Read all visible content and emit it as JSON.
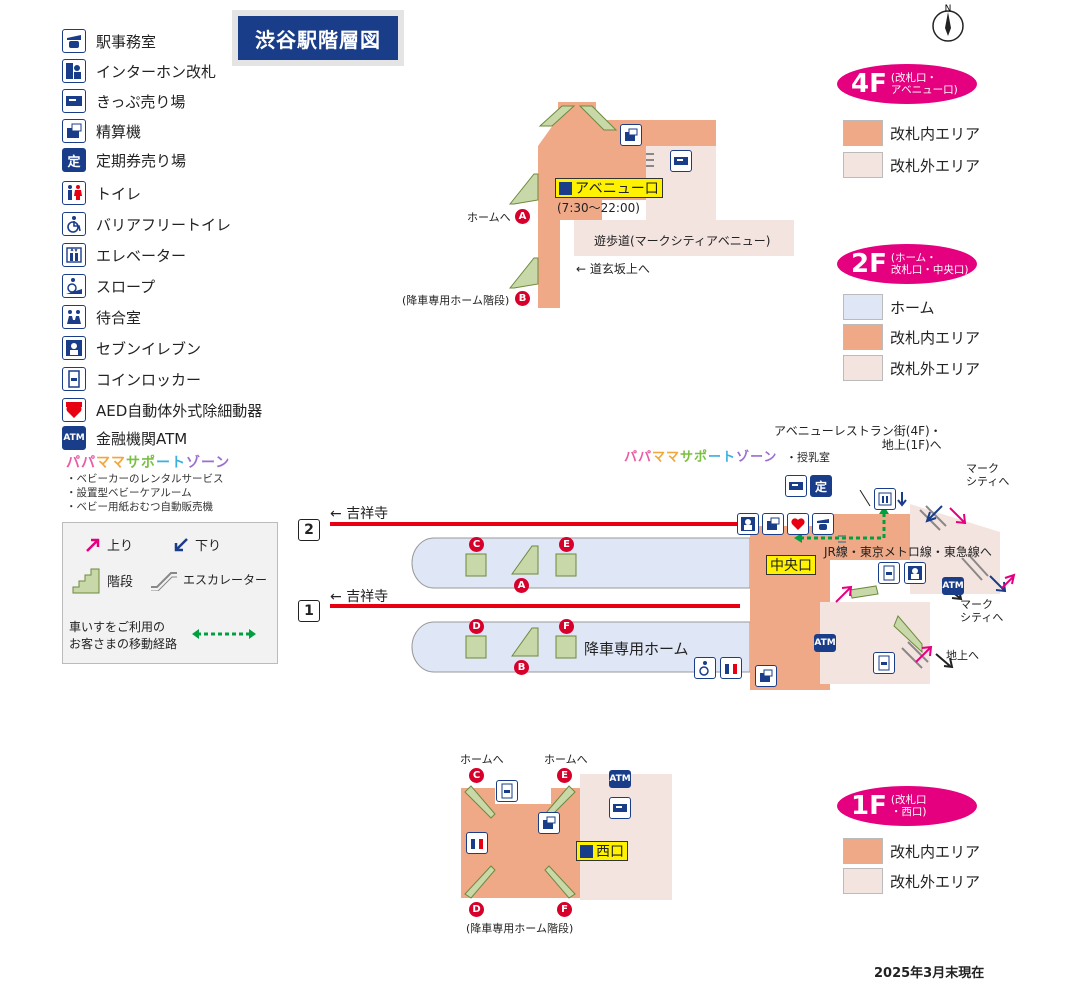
{
  "title": "渋谷駅階層図",
  "legend": [
    {
      "label": "駅事務室",
      "icon": "station-office-icon"
    },
    {
      "label": "インターホン改札",
      "icon": "intercom-gate-icon"
    },
    {
      "label": "きっぷ売り場",
      "icon": "ticket-icon"
    },
    {
      "label": "精算機",
      "icon": "fare-adjust-icon"
    },
    {
      "label": "定期券売り場",
      "icon": "commuter-pass-icon",
      "glyph": "定"
    },
    {
      "label": "トイレ",
      "icon": "toilet-icon"
    },
    {
      "label": "バリアフリートイレ",
      "icon": "accessible-toilet-icon"
    },
    {
      "label": "エレベーター",
      "icon": "elevator-icon"
    },
    {
      "label": "スロープ",
      "icon": "slope-icon"
    },
    {
      "label": "待合室",
      "icon": "waiting-room-icon"
    },
    {
      "label": "セブンイレブン",
      "icon": "seven-eleven-icon"
    },
    {
      "label": "コインロッカー",
      "icon": "coin-locker-icon"
    },
    {
      "label": "AED自動体外式除細動器",
      "icon": "aed-icon"
    },
    {
      "label": "金融機関ATM",
      "icon": "atm-icon",
      "glyph": "ATM"
    }
  ],
  "papamama": {
    "chars": [
      "パパ",
      "ママ",
      "サポ",
      "ート",
      "ゾーン"
    ],
    "items": [
      "・ベビーカーのレンタルサービス",
      "・設置型ベビーケアルーム",
      "・ベビー用紙おむつ自動販売機"
    ]
  },
  "key": {
    "up": "上り",
    "down": "下り",
    "stairs": "階段",
    "escalator": "エスカレーター",
    "wheelchair_route": "車いすをご利用の\nお客さまの移動経路"
  },
  "floors": {
    "f4": {
      "floor": "4F",
      "sub": "(改札口・\nアベニュー口)",
      "swatches": [
        {
          "label": "改札内エリア",
          "color": "#f0a987"
        },
        {
          "label": "改札外エリア",
          "color": "#f4e4e0"
        }
      ]
    },
    "f2": {
      "floor": "2F",
      "sub": "(ホーム・\n改札口・中央口)",
      "swatches": [
        {
          "label": "ホーム",
          "color": "#dfe6f5"
        },
        {
          "label": "改札内エリア",
          "color": "#f0a987"
        },
        {
          "label": "改札外エリア",
          "color": "#f4e4e0"
        }
      ]
    },
    "f1": {
      "floor": "1F",
      "sub": "(改札口\n・西口)",
      "swatches": [
        {
          "label": "改札内エリア",
          "color": "#f0a987"
        },
        {
          "label": "改札外エリア",
          "color": "#f4e4e0"
        }
      ]
    }
  },
  "map4f": {
    "gate": "アベニュー口",
    "hours": "(7:30〜22:00)",
    "walkway": "遊歩道(マークシティアベニュー)",
    "dogenzaka": "道玄坂上へ",
    "to_home": "ホームへ",
    "kousha": "(降車専用ホーム階段)",
    "mark_a": "A",
    "mark_b": "B"
  },
  "map2f": {
    "track2": "2",
    "track1": "1",
    "kichijoji": "吉祥寺",
    "kichijoji2": "吉祥寺",
    "avenue_rest": "アベニューレストラン街(4F)・\n地上(1F)へ",
    "papamama_tail": "・授乳室",
    "central_gate": "中央口",
    "jr_lines": "JR線・東京メトロ線・東急線へ",
    "mark_city1": "マーク\nシティへ",
    "mark_city2": "マーク\nシティへ",
    "chijou": "地上へ",
    "kousha_home": "降車専用ホーム",
    "marks": [
      "C",
      "E",
      "A",
      "D",
      "F",
      "B"
    ]
  },
  "map1f": {
    "to_home1": "ホームへ",
    "to_home2": "ホームへ",
    "west_gate": "西口",
    "kousha": "(降車専用ホーム階段)",
    "marks": [
      "C",
      "E",
      "D",
      "F"
    ]
  },
  "north": "N",
  "date": "2025年3月末現在"
}
